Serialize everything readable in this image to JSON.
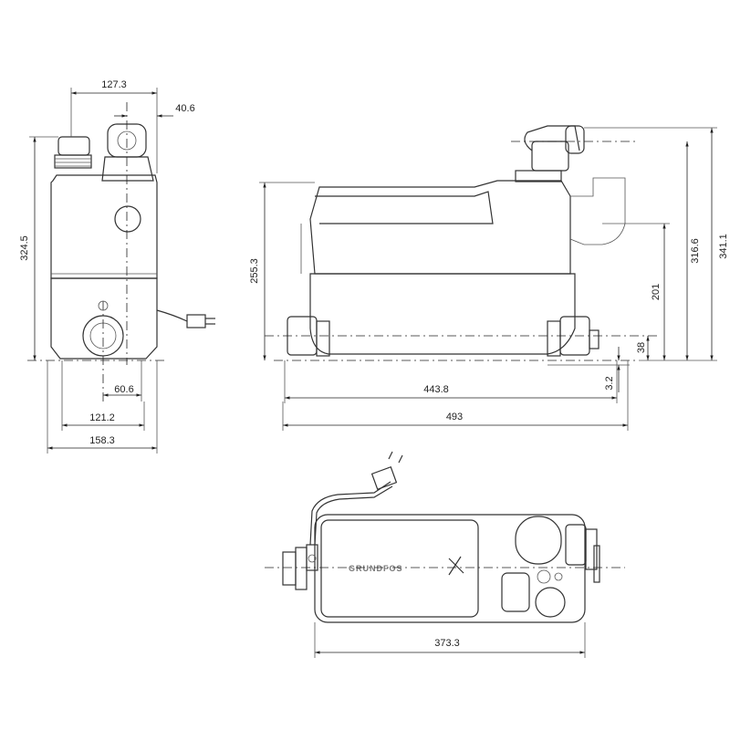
{
  "brand_logo": "GRUNDFOS",
  "side_view": {
    "dims": {
      "top_width": "127.3",
      "outlet_offset": "40.6",
      "height": "324.5",
      "inlet_offset": "60.6",
      "base_inner": "121.2",
      "width": "158.3"
    }
  },
  "front_view": {
    "dims": {
      "body_height": "255.3",
      "inlet_spacing": "443.8",
      "length": "493",
      "foot": "3.2",
      "inlet_height": "38",
      "side_inlet_height": "201",
      "outlet_height": "316.6",
      "total_height": "341.1"
    }
  },
  "top_view": {
    "dims": {
      "body_length": "373.3"
    }
  }
}
